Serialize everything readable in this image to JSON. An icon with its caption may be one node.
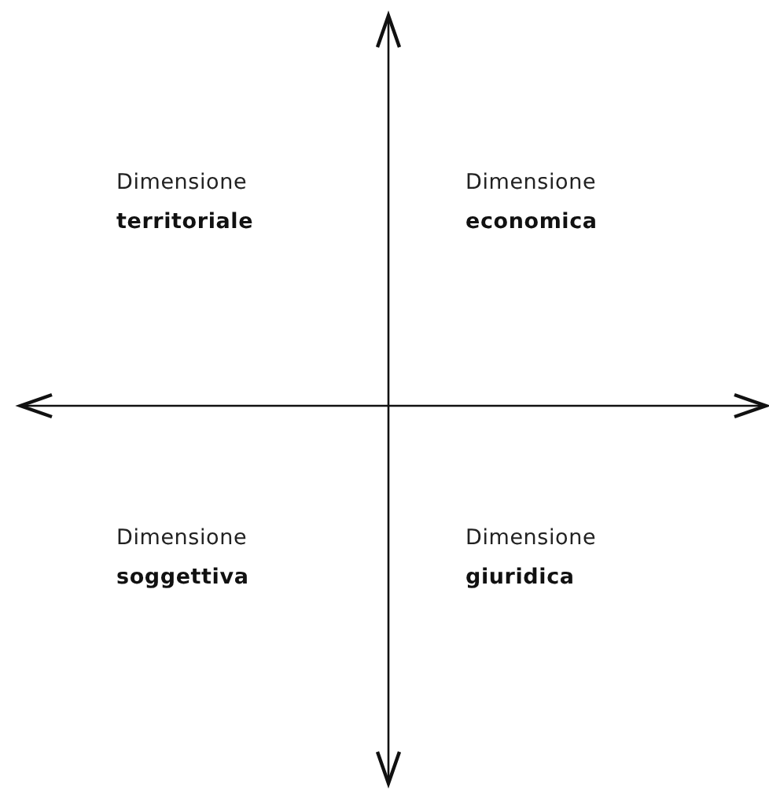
{
  "diagram": {
    "labels": [
      "Dimensione **territoriale**",
      "Dimensione **economica**",
      "Dimensione **soggettiva**",
      "Dimensione **giuridica**"
    ]
  }
}
